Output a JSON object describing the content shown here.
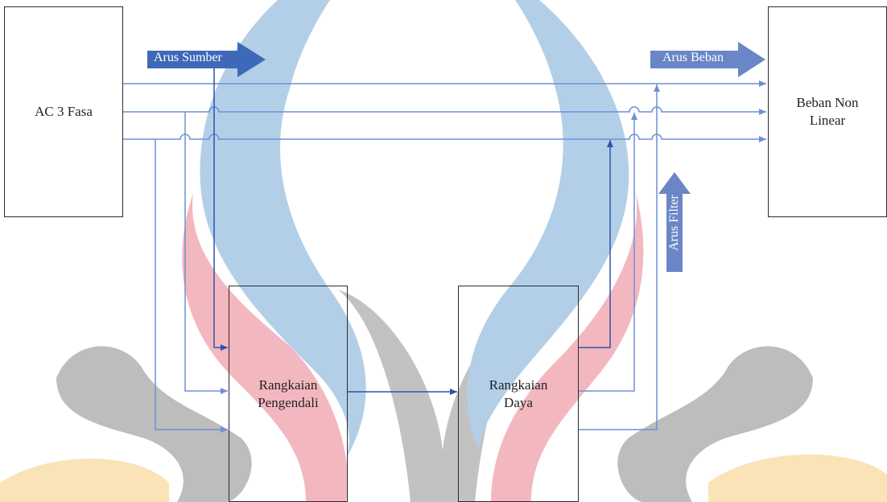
{
  "nodes": {
    "source": {
      "label": "AC 3 Fasa"
    },
    "load": {
      "label": "Beban Non\nLinear"
    },
    "controller": {
      "label": "Rangkaian\nPengendali"
    },
    "power": {
      "label": "Rangkaian\nDaya"
    }
  },
  "arrows": {
    "source_current": {
      "label": "Arus Sumber"
    },
    "load_current": {
      "label": "Arus Beban"
    },
    "filter_current": {
      "label": "Arus Filter"
    }
  },
  "colors": {
    "line_light": "#6f8fd6",
    "line_dark": "#2c55a8",
    "arrow_fill": "#6a86c6",
    "arrow_fill_dark": "#3e69b8",
    "watermark_blue": "#b3cfe8",
    "watermark_pink": "#f3b8bf",
    "watermark_gray": "#bdbdbd",
    "watermark_yellow": "#fbe3b8"
  }
}
